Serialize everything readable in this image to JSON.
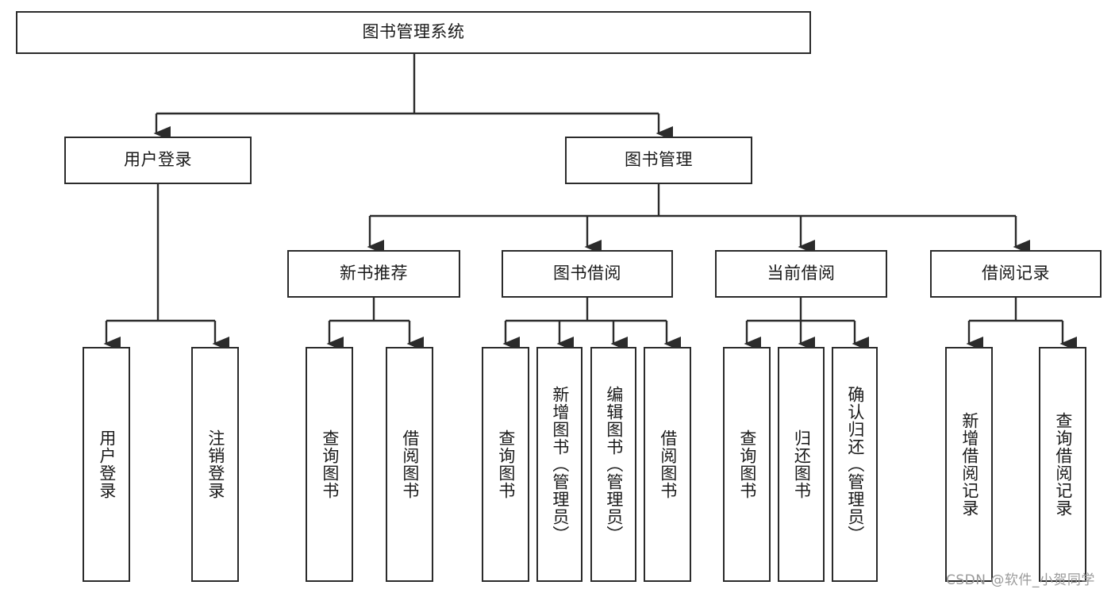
{
  "diagram": {
    "type": "tree",
    "title": "图书管理系统",
    "root": {
      "id": "root",
      "label": "图书管理系统"
    },
    "level2": [
      {
        "id": "login",
        "label": "用户登录"
      },
      {
        "id": "bookmgmt",
        "label": "图书管理"
      }
    ],
    "level3": [
      {
        "id": "recommend",
        "label": "新书推荐",
        "parent": "bookmgmt"
      },
      {
        "id": "borrow",
        "label": "图书借阅",
        "parent": "bookmgmt"
      },
      {
        "id": "current",
        "label": "当前借阅",
        "parent": "bookmgmt"
      },
      {
        "id": "records",
        "label": "借阅记录",
        "parent": "bookmgmt"
      }
    ],
    "leaves": [
      {
        "id": "leaf1",
        "label": "用户登录",
        "parent": "login"
      },
      {
        "id": "leaf2",
        "label": "注销登录",
        "parent": "login"
      },
      {
        "id": "leaf3",
        "label": "查询图书",
        "parent": "recommend"
      },
      {
        "id": "leaf4",
        "label": "借阅图书",
        "parent": "recommend"
      },
      {
        "id": "leaf5",
        "label": "查询图书",
        "parent": "borrow"
      },
      {
        "id": "leaf6",
        "label": "新增图书（管理员）",
        "parent": "borrow"
      },
      {
        "id": "leaf7",
        "label": "编辑图书（管理员）",
        "parent": "borrow"
      },
      {
        "id": "leaf8",
        "label": "借阅图书",
        "parent": "borrow"
      },
      {
        "id": "leaf9",
        "label": "查询图书",
        "parent": "current"
      },
      {
        "id": "leaf10",
        "label": "归还图书",
        "parent": "current"
      },
      {
        "id": "leaf11",
        "label": "确认归还（管理员）",
        "parent": "current"
      },
      {
        "id": "leaf12",
        "label": "新增借阅记录",
        "parent": "records"
      },
      {
        "id": "leaf13",
        "label": "查询借阅记录",
        "parent": "records"
      }
    ],
    "colors": {
      "stroke": "#2b2b2b",
      "fill": "#ffffff",
      "text": "#1a1a1a",
      "watermark": "#9a9a9a"
    }
  },
  "watermark": {
    "text": "CSDN @软件_小贺同学"
  }
}
